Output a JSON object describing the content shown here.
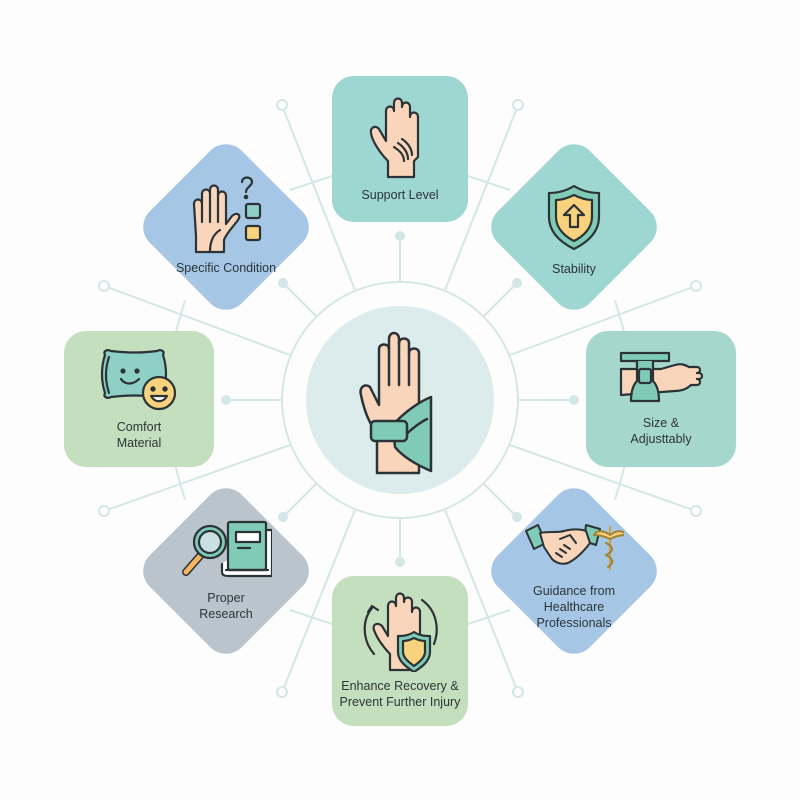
{
  "diagram": {
    "title": "",
    "center": {
      "name": "wrist-brace",
      "icon": "wrist-brace-icon"
    },
    "colors": {
      "background": "#fdfdfd",
      "connector": "#cfe5e3",
      "hub_fill": "#dcecec",
      "teal": "#9ed6d2",
      "blue": "#a5c6e4",
      "green": "#c4dfbd",
      "gray": "#b9c4cd",
      "skin": "#f9d6bb",
      "accent_teal": "#7fcbb7",
      "accent_yellow": "#f8d27d",
      "outline": "#2b3336"
    },
    "nodes": [
      {
        "id": "support-level",
        "label": "Support Level",
        "shape": "square",
        "color": "#9ed6d2",
        "icon": "open-palm-icon"
      },
      {
        "id": "stability",
        "label": "Stability",
        "shape": "diamond",
        "color": "#9ed6d2",
        "icon": "shield-arrow-icon"
      },
      {
        "id": "size-adjustability",
        "label": "Size &\nAdjusttably",
        "shape": "square",
        "color": "#a6d7cd",
        "icon": "wrist-strap-icon"
      },
      {
        "id": "guidance",
        "label": "Guidance from\nHealthcare\nProfessionals",
        "shape": "diamond",
        "color": "#a5c6e4",
        "icon": "handshake-caduceus-icon"
      },
      {
        "id": "enhance-recovery",
        "label": "Enhance Recovery &\nPrevent Further Injury",
        "shape": "square",
        "color": "#c4dfbd",
        "icon": "hand-shield-cycle-icon"
      },
      {
        "id": "proper-research",
        "label": "Proper\nResearch",
        "shape": "diamond",
        "color": "#b9c4cd",
        "icon": "magnifier-book-icon"
      },
      {
        "id": "comfort-material",
        "label": "Comfort\nMaterial",
        "shape": "square",
        "color": "#c4dfbd",
        "icon": "pillow-smiley-icon"
      },
      {
        "id": "specific-condition",
        "label": "Specific Condition",
        "shape": "diamond",
        "color": "#a5c6e4",
        "icon": "hand-question-icon"
      }
    ]
  }
}
